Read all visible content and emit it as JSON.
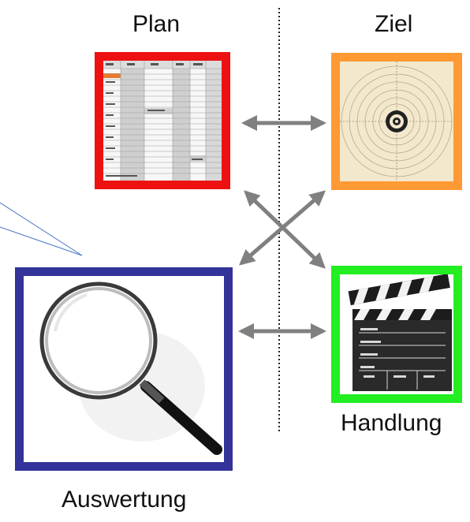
{
  "labels": {
    "plan": "Plan",
    "goal": "Ziel",
    "action": "Handlung",
    "evaluation": "Auswertung"
  },
  "tiles": {
    "plan": {
      "image": "calendar",
      "border_color": "#ee1111"
    },
    "goal": {
      "image": "target",
      "border_color": "#ff9933"
    },
    "action": {
      "image": "clapperboard",
      "border_color": "#22ee22"
    },
    "evaluation": {
      "image": "magnifying-glass",
      "border_color": "#333399"
    }
  },
  "connectors": {
    "arrow_color": "#808080",
    "divider": "dotted",
    "callout_color": "#4472c4"
  }
}
